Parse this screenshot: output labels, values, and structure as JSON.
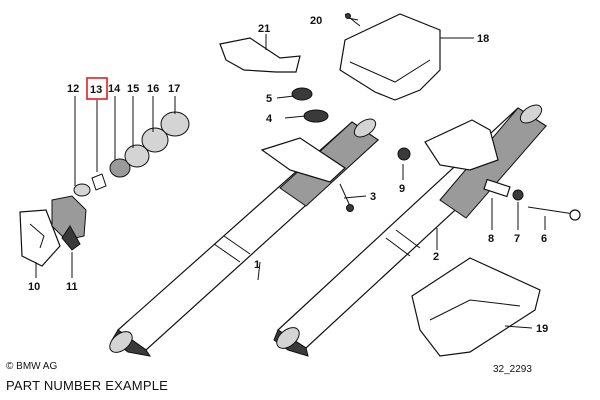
{
  "diagram": {
    "callouts": {
      "p1": "1",
      "p2": "2",
      "p3a": "3",
      "p3b": "3",
      "p4": "4",
      "p5": "5",
      "p6": "6",
      "p7": "7",
      "p8": "8",
      "p9": "9",
      "p10": "10",
      "p11": "11",
      "p12": "12",
      "p13": "13",
      "p14": "14",
      "p15": "15",
      "p16": "16",
      "p17": "17",
      "p18": "18",
      "p19": "19",
      "p20": "20",
      "p21": "21"
    },
    "highlighted_callout": "13",
    "highlight_color": "#e02020"
  },
  "footer": {
    "copyright": "© BMW AG",
    "caption": "PART NUMBER EXAMPLE",
    "diagram_id": "32_2293"
  }
}
